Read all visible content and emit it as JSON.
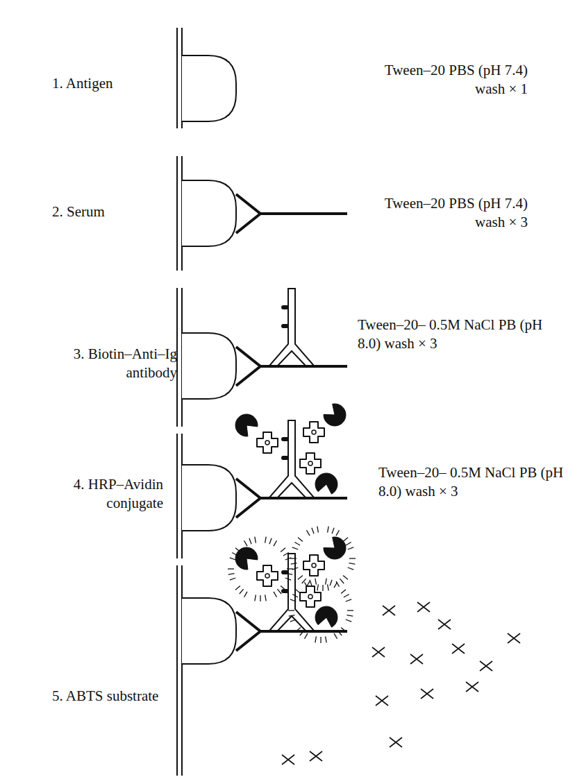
{
  "diagram": {
    "labels": [
      "1. Antigen",
      "Tween–20 PBS (pH 7.4) wash × 1",
      "2. Serum",
      "Tween–20 PBS (pH 7.4) wash × 3",
      "3. Biotin–Anti–Ig antibody",
      "Tween–20– 0.5M NaCl PB (pH 8.0) wash × 3",
      "4. HRP–Avidin conjugate",
      "Tween–20– 0.5M NaCl PB (pH 8.0) wash × 3",
      "5. ABTS substrate"
    ]
  }
}
